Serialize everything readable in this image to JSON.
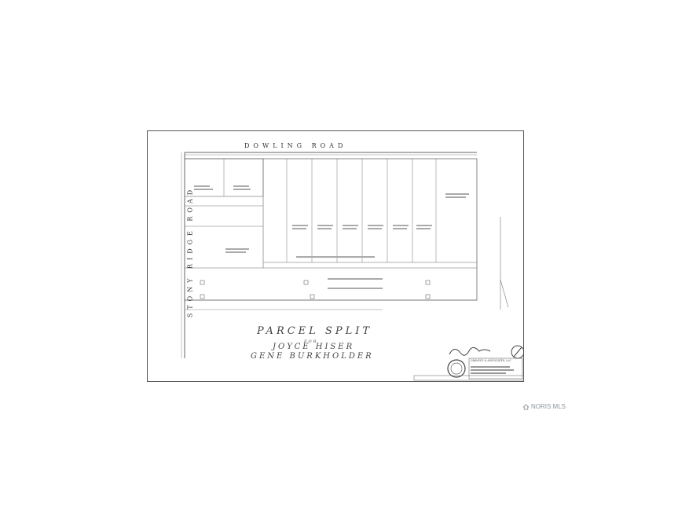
{
  "plat": {
    "road_top": "DOWLING ROAD",
    "road_left": "STONY RIDGE ROAD",
    "title": "PARCEL SPLIT",
    "for_label": "FOR",
    "owner_1": "JOYCE HISER",
    "owner_2": "GENE BURKHOLDER",
    "firm": "GRAVECE & ASSOCIATES, LLC"
  },
  "watermark": {
    "text": "NORIS MLS",
    "icon": "house-icon"
  }
}
